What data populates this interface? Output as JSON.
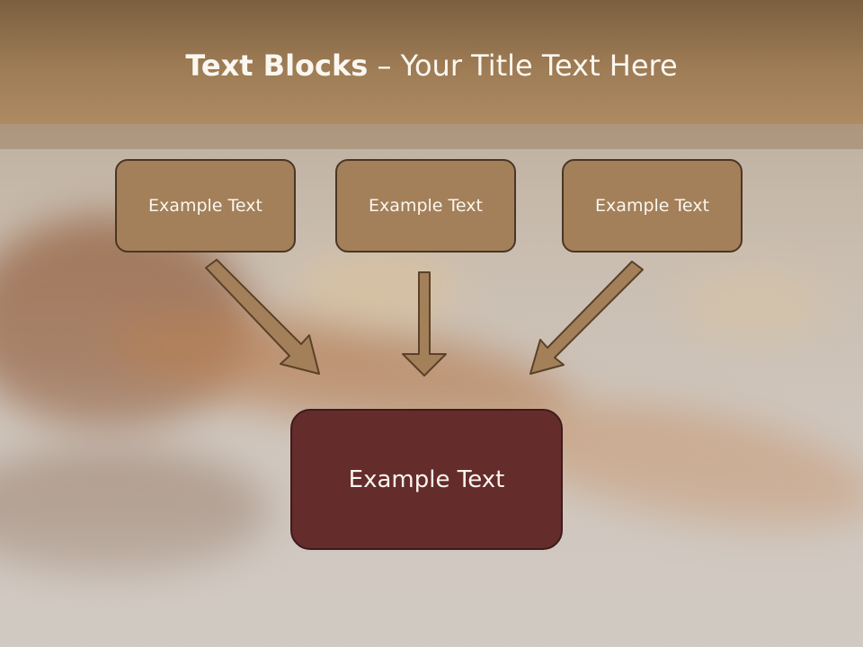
{
  "slide": {
    "title_bold": "Text Blocks",
    "title_rest": " – Your Title Text Here"
  },
  "blocks": [
    {
      "label": "Example Text"
    },
    {
      "label": "Example Text"
    },
    {
      "label": "Example Text"
    }
  ],
  "target": {
    "label": "Example Text"
  },
  "colors": {
    "header": "#9e7c55",
    "block_fill": "#a3805a",
    "target_fill": "#652c2c",
    "arrow_fill": "#a3805a"
  }
}
